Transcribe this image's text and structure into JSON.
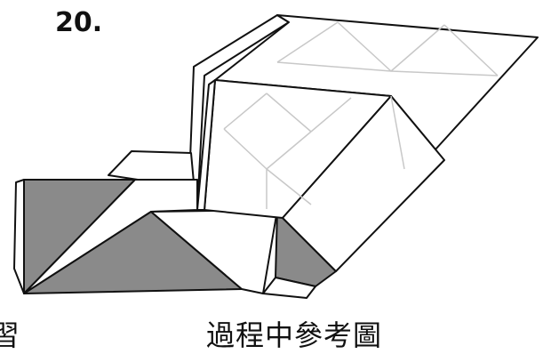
{
  "diagram": {
    "step_number": "20.",
    "caption_main": "過程中參考圖",
    "caption_left_fragment": "習",
    "colors": {
      "paper": "#ffffff",
      "shade": "#8a8a8a",
      "outline": "#111111",
      "crease": "#c8c8c8"
    }
  }
}
